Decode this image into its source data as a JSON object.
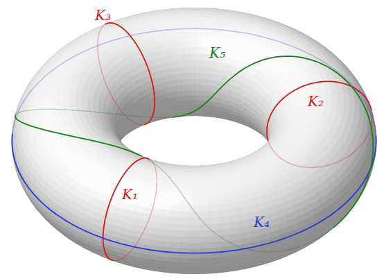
{
  "diagram": {
    "labels": [
      "K₃",
      "K₅",
      "K₂",
      "K₁",
      "K₄"
    ]
  }
}
